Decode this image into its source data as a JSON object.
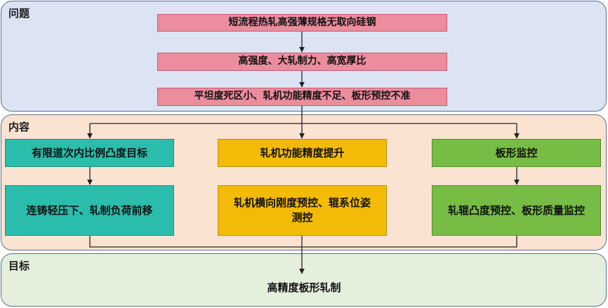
{
  "problem": {
    "title": "问题",
    "items": [
      "短流程热轧高强薄规格无取向硅钢",
      "高强度、大轧制力、高宽厚比",
      "平坦度死区小、轧机功能精度不足、板形预控不准"
    ]
  },
  "content": {
    "title": "内容",
    "columns": [
      {
        "head": "有限道次内比例凸度目标",
        "body": "连铸轻压下、轧制负荷前移"
      },
      {
        "head": "轧机功能精度提升",
        "body": "轧机横向刚度预控、辊系位姿测控"
      },
      {
        "head": "板形监控",
        "body": "轧辊凸度预控、板形质量监控"
      }
    ]
  },
  "target": {
    "title": "目标",
    "text": "高精度板形轧制"
  },
  "colors": {
    "problem_bg": "#dce4f4",
    "content_bg": "#fbe3d2",
    "target_bg": "#e4efdc",
    "pink": "#ec8d9e",
    "teal": "#2bbdac",
    "yellow": "#f3bb07",
    "green": "#77bd45"
  }
}
